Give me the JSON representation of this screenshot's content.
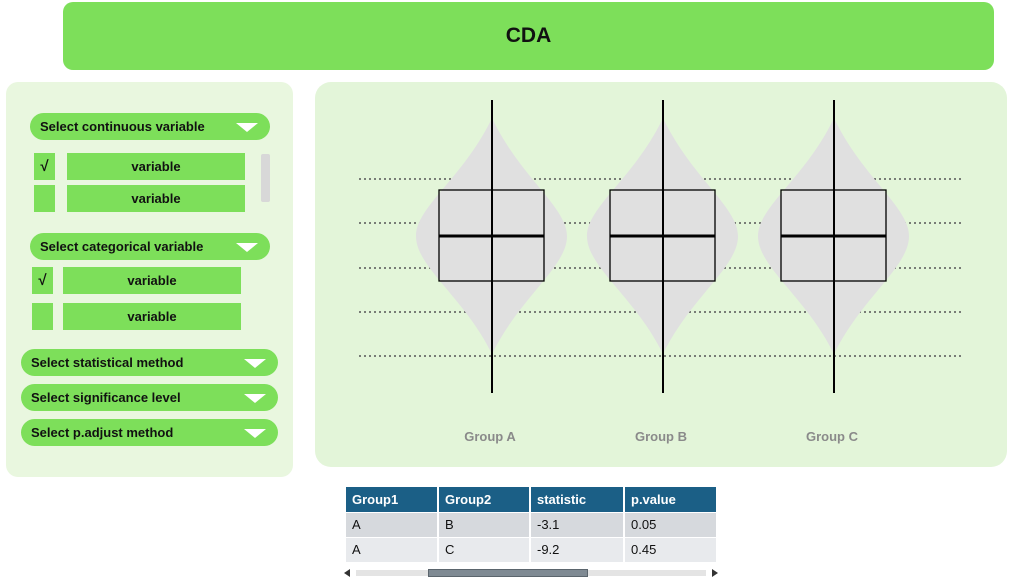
{
  "header": {
    "title": "CDA"
  },
  "sidebar": {
    "continuous": {
      "label": "Select continuous variable",
      "items": [
        {
          "label": "variable",
          "checked": true,
          "check_glyph": "√"
        },
        {
          "label": "variable",
          "checked": false,
          "check_glyph": ""
        }
      ]
    },
    "categorical": {
      "label": "Select categorical variable",
      "items": [
        {
          "label": "variable",
          "checked": true,
          "check_glyph": "√"
        },
        {
          "label": "variable",
          "checked": false,
          "check_glyph": ""
        }
      ]
    },
    "statistical_method": {
      "label": "Select statistical method"
    },
    "significance_level": {
      "label": "Select significance level"
    },
    "padjust_method": {
      "label": "Select p.adjust method"
    }
  },
  "plot": {
    "groups": [
      "Group A",
      "Group B",
      "Group C"
    ]
  },
  "results_table": {
    "columns": [
      "Group1",
      "Group2",
      "statistic",
      "p.value"
    ],
    "rows": [
      [
        "A",
        "B",
        "-3.1",
        "0.05"
      ],
      [
        "A",
        "C",
        "-9.2",
        "0.45"
      ]
    ]
  },
  "colors": {
    "accent_green": "#7ddf5a",
    "panel_green": "#e9f7df",
    "plot_bg": "#e3f5d9",
    "table_header": "#1b5f86",
    "violin_fill": "#e0e0e0"
  },
  "icons": {
    "dropdown": "chevron-down-icon",
    "checkbox_checked": "checkmark-icon"
  }
}
